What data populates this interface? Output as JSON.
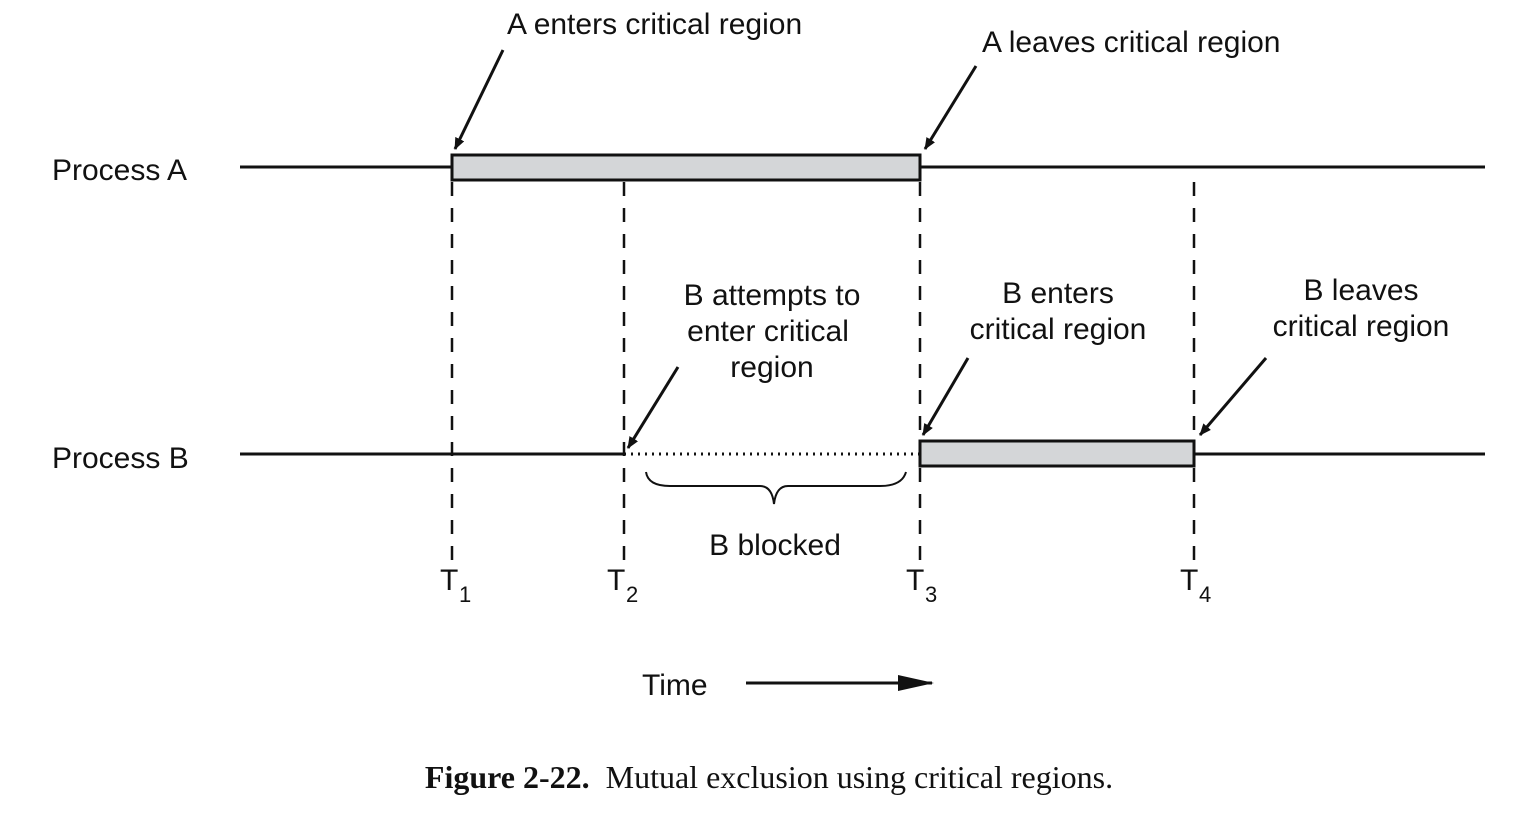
{
  "processes": {
    "a_label": "Process A",
    "b_label": "Process B"
  },
  "annotations": {
    "a_enters": "A enters critical region",
    "a_leaves": "A leaves critical region",
    "b_attempts": [
      "B attempts to",
      "enter critical",
      "region"
    ],
    "b_enters": [
      "B enters",
      "critical region"
    ],
    "b_leaves": [
      "B leaves",
      "critical region"
    ],
    "b_blocked": "B blocked"
  },
  "times": [
    {
      "letter": "T",
      "sub": "1"
    },
    {
      "letter": "T",
      "sub": "2"
    },
    {
      "letter": "T",
      "sub": "3"
    },
    {
      "letter": "T",
      "sub": "4"
    }
  ],
  "time_axis_label": "Time",
  "caption": {
    "number": "Figure 2-22.",
    "text": "Mutual exclusion using critical regions."
  },
  "colors": {
    "critical_region_fill": "#d4d6d8",
    "line": "#111111"
  }
}
